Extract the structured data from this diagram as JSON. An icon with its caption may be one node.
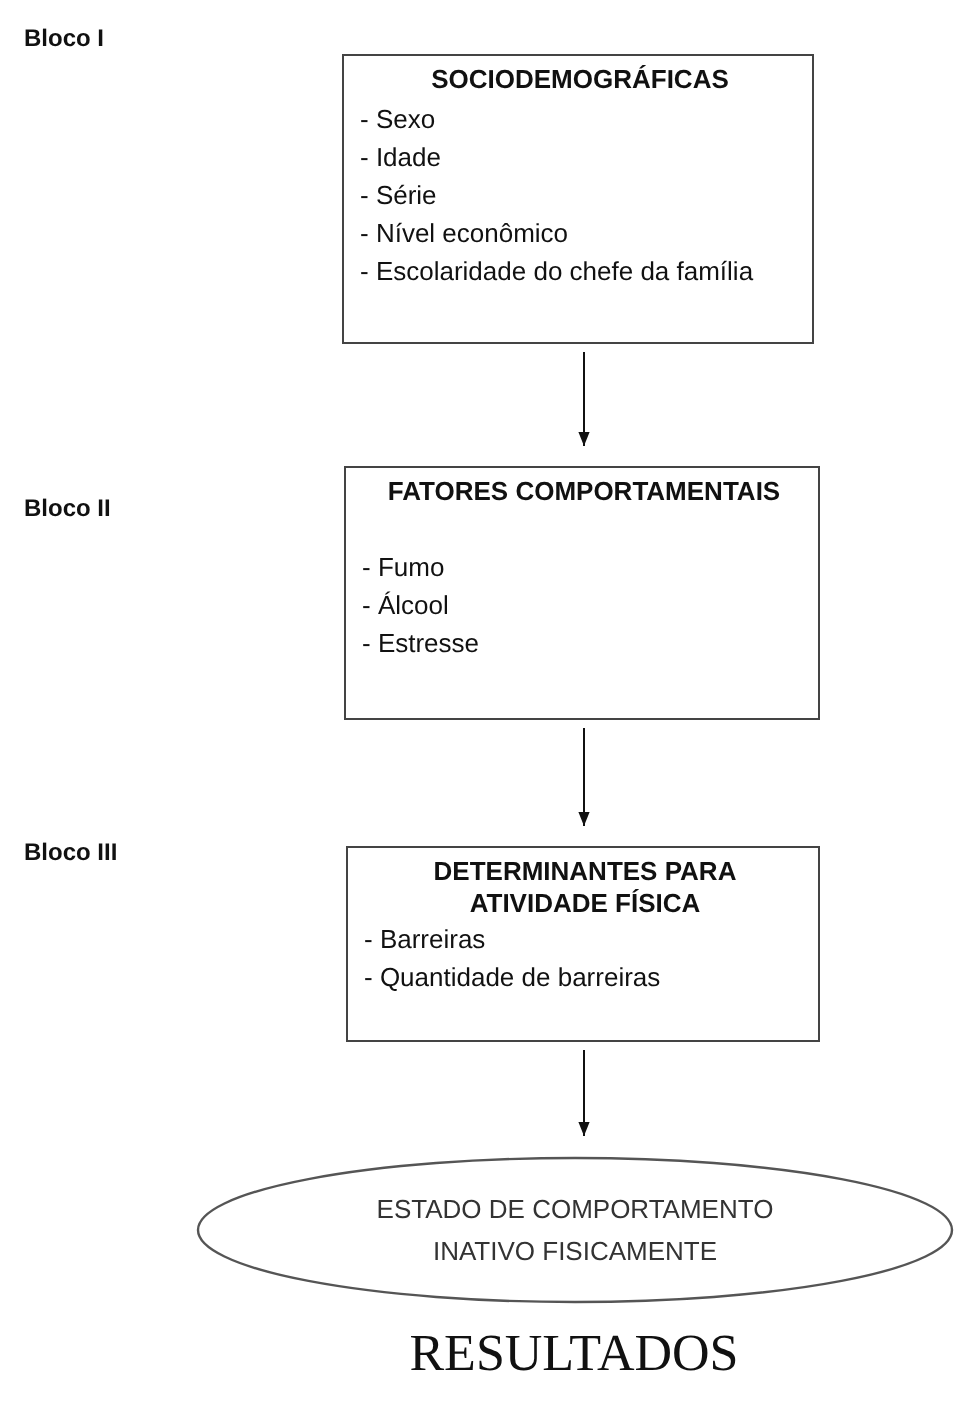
{
  "diagram": {
    "caption": "RESULTADOS",
    "nodes": [
      {
        "text": [
          "SOCIODEMOGRÁFICAS",
          "- Sexo",
          "- Idade",
          "- Série",
          "- Nível econômico",
          "- Escolaridade do chefe da família"
        ]
      },
      {
        "text": [
          "FATORES COMPORTAMENTAIS",
          "- Fumo",
          "- Álcool",
          "- Estresse"
        ]
      },
      {
        "text": [
          "DETERMINANTES PARA ATIVIDADE FÍSICA",
          "- Barreiras",
          "- Quantidade de barreiras"
        ]
      },
      {
        "text": [
          "ESTADO DE COMPORTAMENTO INATIVO FISICAMENTE"
        ]
      }
    ],
    "edges": [
      {
        "from": 0,
        "to": 1,
        "arrow": "to"
      },
      {
        "from": 1,
        "to": 2,
        "arrow": "to"
      },
      {
        "from": 2,
        "to": 3,
        "arrow": "to"
      }
    ],
    "labels": [
      "Bloco I",
      "Bloco II",
      "Bloco III"
    ]
  }
}
